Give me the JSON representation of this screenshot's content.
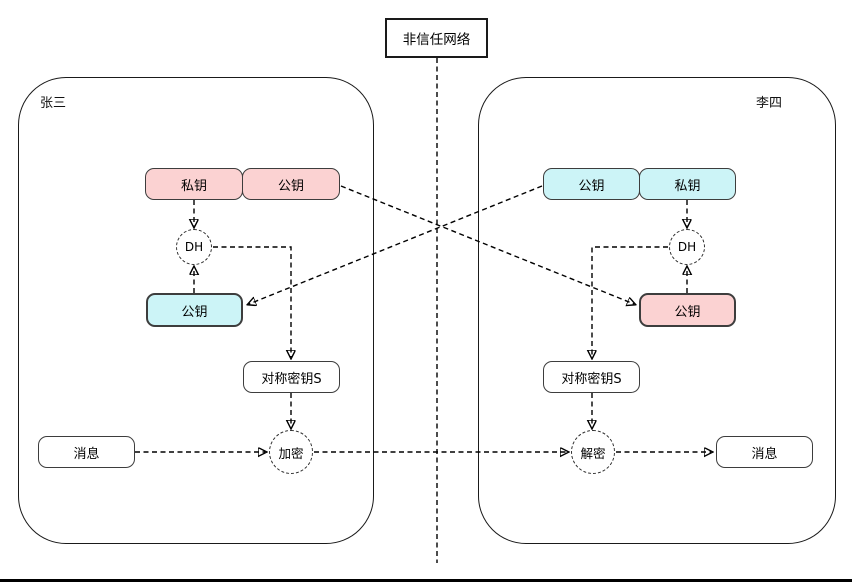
{
  "network": {
    "label": "非信任网络"
  },
  "colors": {
    "pink": "#fbd2d2",
    "cyan": "#ccf4f7",
    "white": "#ffffff",
    "border": "#3d3d3d",
    "line": "#000000"
  },
  "left": {
    "name": "张三",
    "private_key": "私钥",
    "public_key": "公钥",
    "received_public_key": "公钥",
    "dh": "DH",
    "symmetric_key": "对称密钥S",
    "message": "消息",
    "cipher_op": "加密"
  },
  "right": {
    "name": "李四",
    "private_key": "私钥",
    "public_key": "公钥",
    "received_public_key": "公钥",
    "dh": "DH",
    "symmetric_key": "对称密钥S",
    "message": "消息",
    "cipher_op": "解密"
  }
}
